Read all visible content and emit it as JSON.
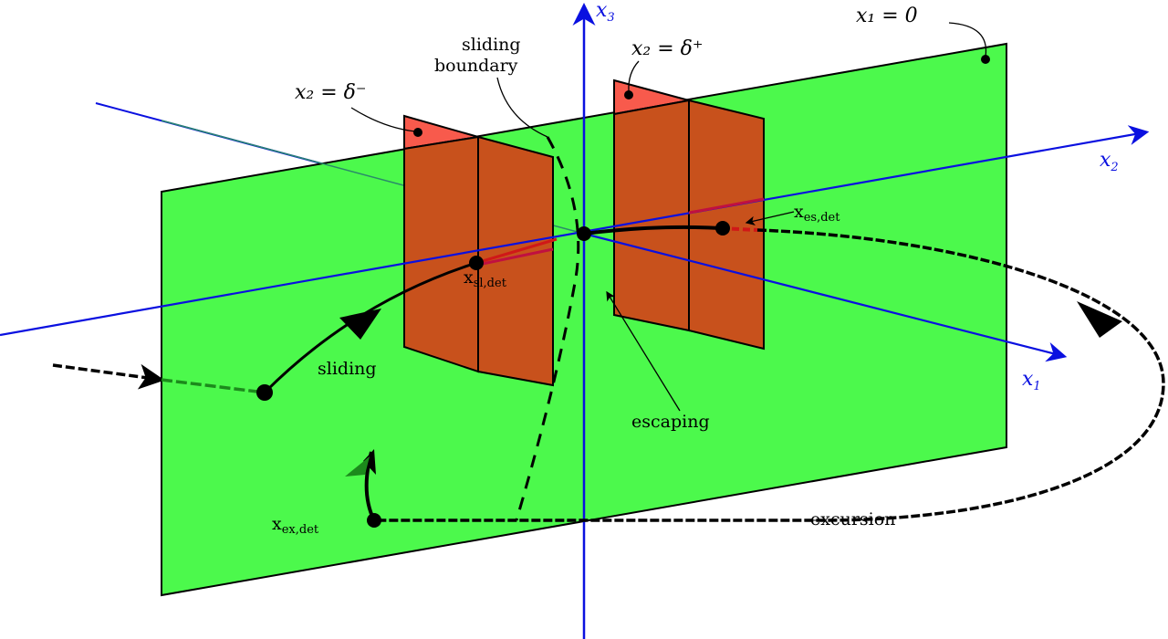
{
  "colors": {
    "plane": "#4cf94c",
    "fin": "#c8511c",
    "fin_top": "#f85a4c",
    "axis": "#0a10e0",
    "trajectory": "#000000"
  },
  "labels": {
    "x3_axis": "x",
    "x3_sub": "3",
    "x1_axis": "x",
    "x1_sub": "1",
    "x2_axis": "x",
    "x2_sub": "2",
    "plane_label": "x₁ = 0",
    "delta_plus": "x₂ = δ⁺",
    "delta_minus": "x₂ = δ⁻",
    "sliding_boundary_line1": "sliding",
    "sliding_boundary_line2": "boundary",
    "x_es_det": "x",
    "x_es_det_sub": "es,det",
    "x_sl_det": "x",
    "x_sl_det_sub": "sl,det",
    "x_ex_det": "x",
    "x_ex_det_sub": "ex,det",
    "sliding": "sliding",
    "escaping": "escaping",
    "excursion": "excursion"
  }
}
